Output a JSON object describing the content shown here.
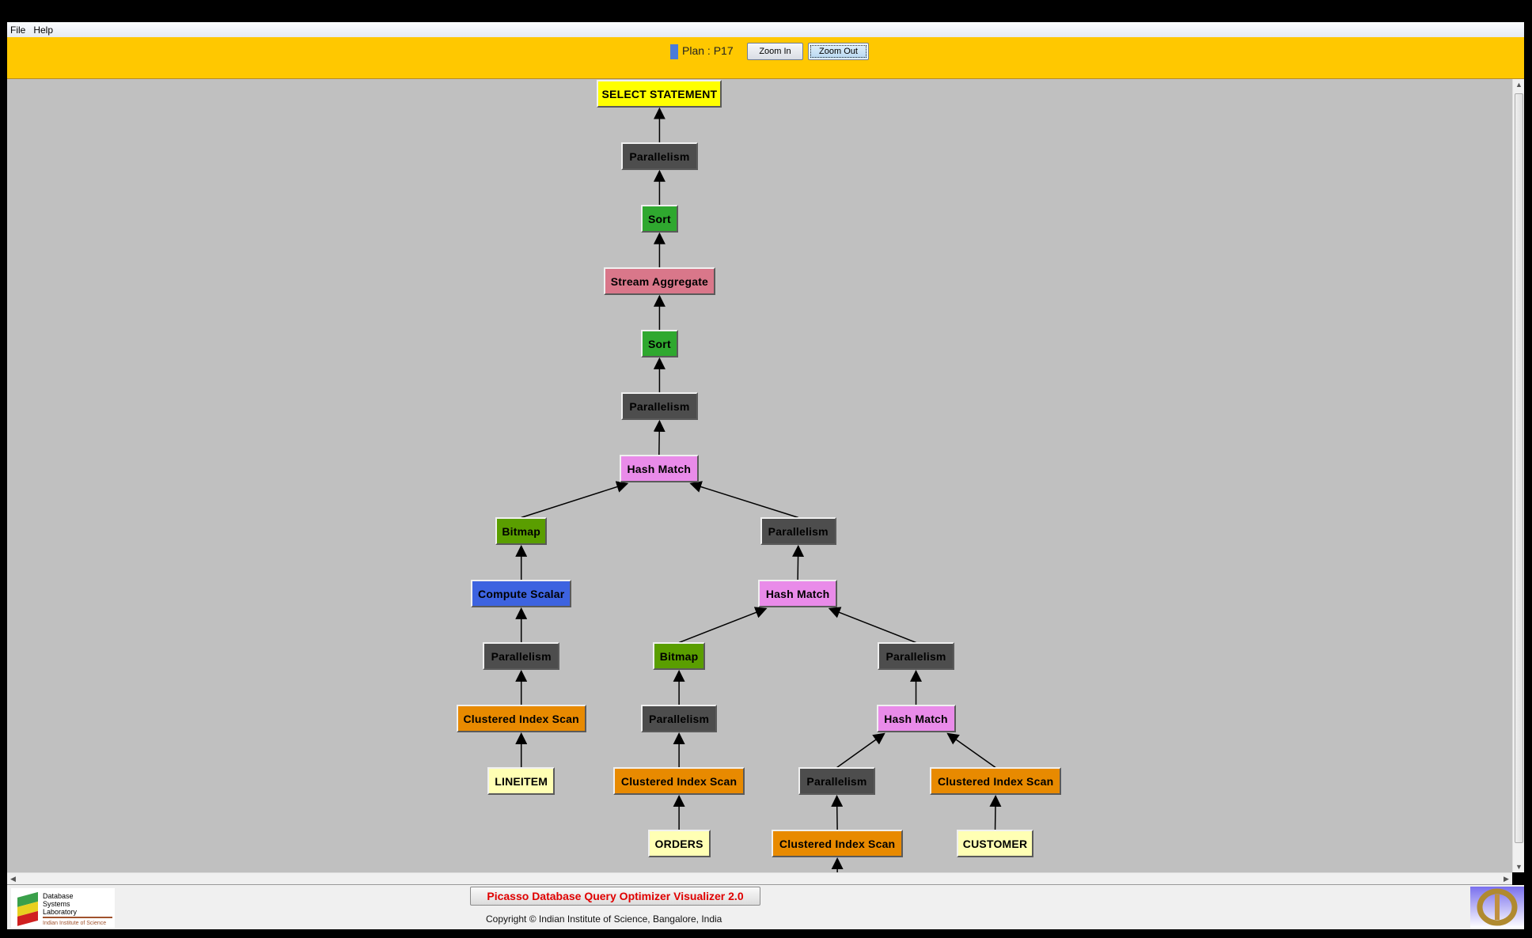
{
  "menu": [
    "File",
    "Help"
  ],
  "toolbar": {
    "plan_label": "Plan : P17",
    "plan_color": "#4b7bd9",
    "zoom_in": "Zoom In",
    "zoom_out": "Zoom Out"
  },
  "plan_tree": {
    "nodes": [
      {
        "label": "SELECT STATEMENT",
        "type": "select",
        "parent": null
      },
      {
        "label": "Parallelism",
        "type": "parallelism",
        "parent": 0
      },
      {
        "label": "Sort",
        "type": "sort",
        "parent": 1
      },
      {
        "label": "Stream Aggregate",
        "type": "aggregate",
        "parent": 2
      },
      {
        "label": "Sort",
        "type": "sort",
        "parent": 3
      },
      {
        "label": "Parallelism",
        "type": "parallelism",
        "parent": 4
      },
      {
        "label": "Hash Match",
        "type": "hash",
        "parent": 5
      },
      {
        "label": "Bitmap",
        "type": "bitmap",
        "parent": 6
      },
      {
        "label": "Parallelism",
        "type": "parallelism",
        "parent": 6
      },
      {
        "label": "Compute Scalar",
        "type": "compute",
        "parent": 7
      },
      {
        "label": "Hash Match",
        "type": "hash",
        "parent": 8
      },
      {
        "label": "Parallelism",
        "type": "parallelism",
        "parent": 9
      },
      {
        "label": "Bitmap",
        "type": "bitmap",
        "parent": 10
      },
      {
        "label": "Parallelism",
        "type": "parallelism",
        "parent": 10
      },
      {
        "label": "Clustered Index Scan",
        "type": "scan",
        "parent": 11
      },
      {
        "label": "Parallelism",
        "type": "parallelism",
        "parent": 12
      },
      {
        "label": "Hash Match",
        "type": "hash",
        "parent": 13
      },
      {
        "label": "LINEITEM",
        "type": "relation",
        "parent": 14
      },
      {
        "label": "Clustered Index Scan",
        "type": "scan",
        "parent": 15
      },
      {
        "label": "Parallelism",
        "type": "parallelism",
        "parent": 16
      },
      {
        "label": "Clustered Index Scan",
        "type": "scan",
        "parent": 16
      },
      {
        "label": "ORDERS",
        "type": "relation",
        "parent": 18
      },
      {
        "label": "Clustered Index Scan",
        "type": "scan",
        "parent": 19
      },
      {
        "label": "CUSTOMER",
        "type": "relation",
        "parent": 20
      }
    ],
    "colors": {
      "select": "#ffff00",
      "parallelism": "#4d4d4d",
      "sort": "#2fa82f",
      "aggregate": "#d9778a",
      "hash": "#e98be9",
      "bitmap": "#5a9e00",
      "compute": "#3d63e0",
      "scan": "#e88a00",
      "relation": "#ffffb4"
    }
  },
  "footer": {
    "logo_text": "Database Systems Laboratory",
    "logo_subtext": "Indian Institute of Science",
    "title": "Picasso Database Query Optimizer Visualizer 2.0",
    "copyright": "Copyright © Indian Institute of Science, Bangalore, India"
  }
}
